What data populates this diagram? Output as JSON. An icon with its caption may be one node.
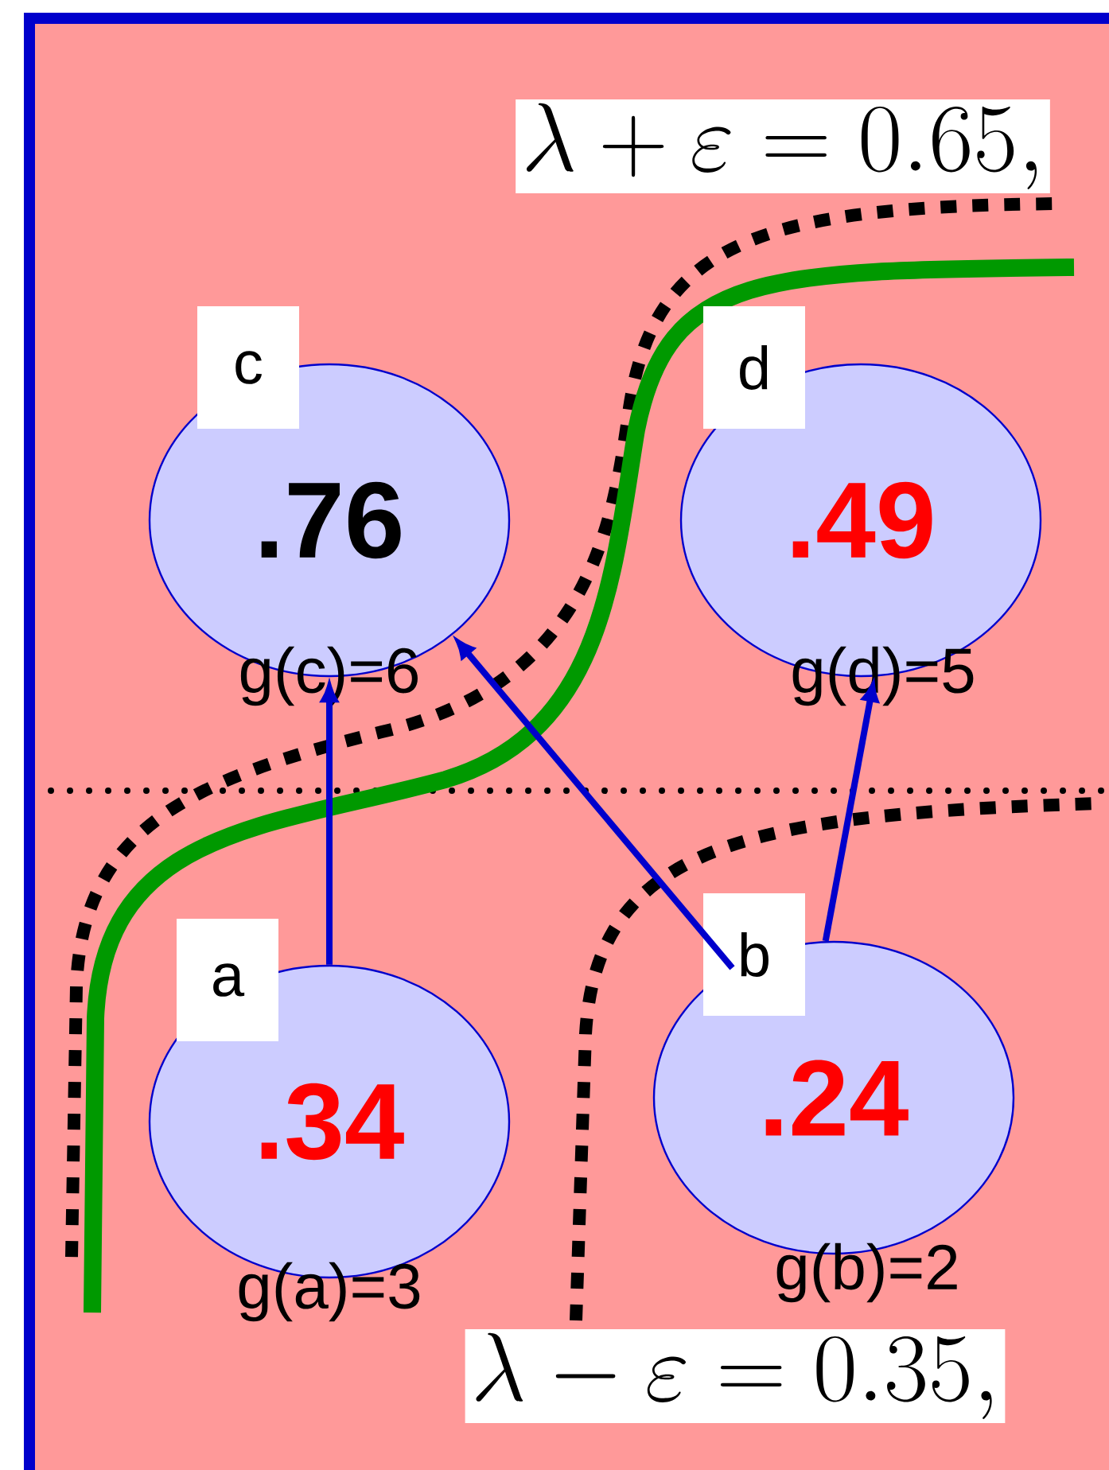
{
  "diagram": {
    "nodes": [
      {
        "text": [
          "c",
          ".76"
        ],
        "beside": [
          "g(c)=6"
        ]
      },
      {
        "text": [
          "d",
          ".49"
        ],
        "beside": [
          "g(d)=5"
        ]
      },
      {
        "text": [
          "a",
          ".34"
        ],
        "beside": [
          "g(a)=3"
        ]
      },
      {
        "text": [
          "b",
          ".24"
        ],
        "beside": [
          "g(b)=2"
        ]
      }
    ],
    "edges": [
      {
        "from": 2,
        "to": 0,
        "arrow": "to"
      },
      {
        "from": 3,
        "to": 0,
        "arrow": "to"
      },
      {
        "from": 3,
        "to": 1,
        "arrow": "to"
      }
    ],
    "labels": [
      "\\lambda + \\varepsilon = 0.65,",
      "\\lambda - \\varepsilon = 0.35,"
    ]
  }
}
